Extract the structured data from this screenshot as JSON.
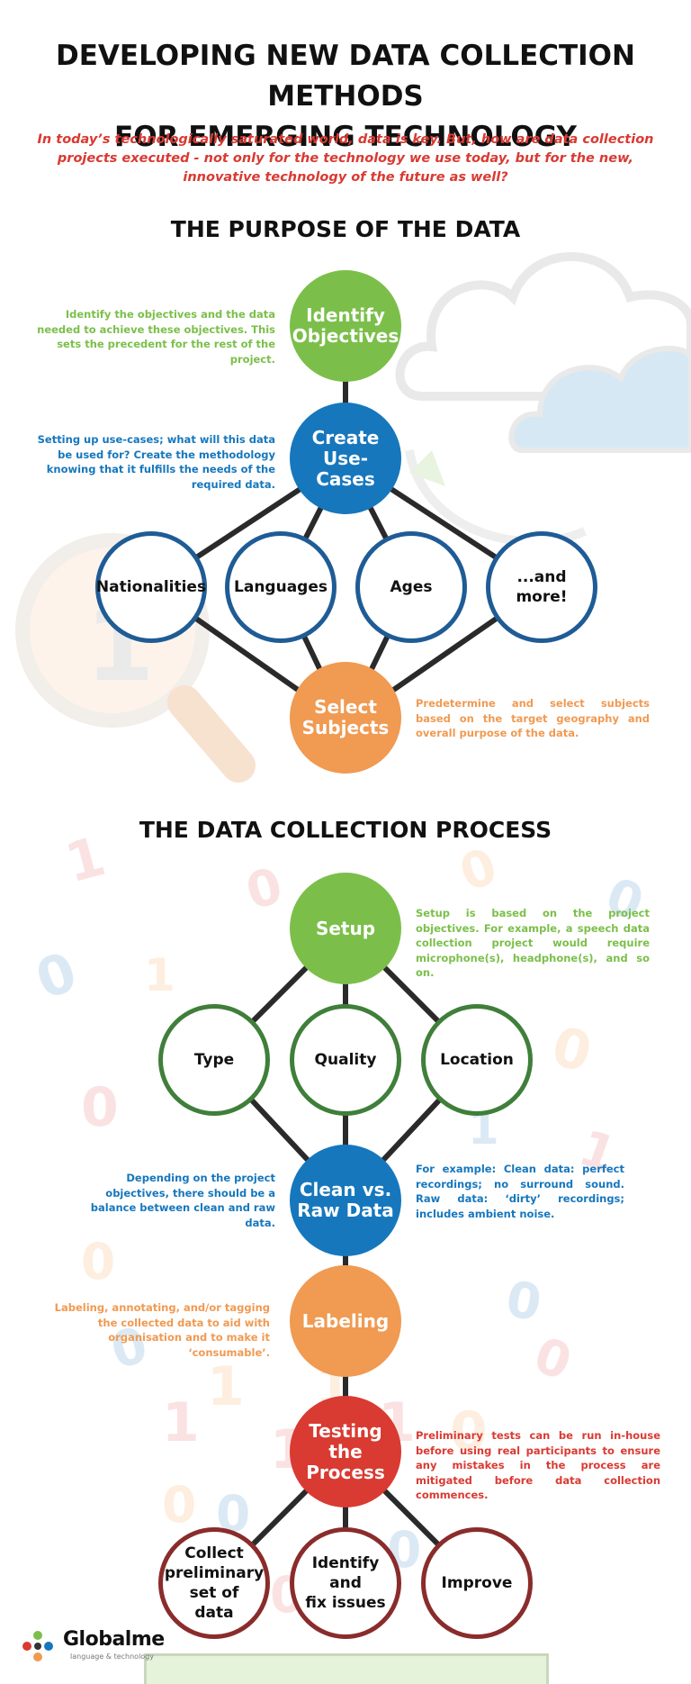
{
  "header": {
    "title": "DEVELOPING NEW DATA COLLECTION METHODS\nFOR EMERGING TECHNOLOGY",
    "intro": "In today’s technologically saturated world, data is key. But, how are data collection projects executed - not only for the technology we use today, but for the new, innovative technology of the future as well?"
  },
  "colors": {
    "green": "#7bbf4a",
    "blue": "#1677bd",
    "orange": "#f09a52",
    "red": "#d93a32",
    "outline_blue": "#1f5c96",
    "outline_green": "#3f7f3a",
    "outline_maroon": "#8a2c2c",
    "connector": "#2a2a2a"
  },
  "purpose": {
    "title": "THE PURPOSE OF THE DATA",
    "identify_objectives": {
      "label": "Identify\nObjectives",
      "note": "Identify the objectives and the data needed to achieve these objectives. This sets the precedent for the rest of the project."
    },
    "create_use_cases": {
      "label": "Create\nUse-Cases",
      "note": "Setting up use-cases; what will this data be used for? Create the methodology knowing that it fulfills the needs of the required data."
    },
    "criteria": [
      "Nationalities",
      "Languages",
      "Ages",
      "...and\nmore!"
    ],
    "select_subjects": {
      "label": "Select\nSubjects",
      "note": "Predetermine and select subjects based on the target geography and overall purpose of the data."
    }
  },
  "process": {
    "title": "THE DATA COLLECTION PROCESS",
    "setup": {
      "label": "Setup",
      "note": "Setup is based on the project objectives. For example, a speech data collection project would require microphone(s), headphone(s), and so on."
    },
    "setup_factors": [
      "Type",
      "Quality",
      "Location"
    ],
    "clean_raw": {
      "label": "Clean vs.\nRaw Data",
      "note_left": "Depending on the project objectives, there should be a balance between clean and raw data.",
      "note_right": "For example: Clean data: perfect recordings; no surround sound. Raw data: ‘dirty’ recordings; includes ambient noise."
    },
    "labeling": {
      "label": "Labeling",
      "note": "Labeling, annotating, and/or tagging the collected data to aid with organisation and to make it ‘consumable’."
    },
    "testing": {
      "label": "Testing\nthe\nProcess",
      "note": "Preliminary tests can be run in-house before using real participants to ensure any mistakes in the process are mitigated before data collection commences."
    },
    "testing_steps": [
      "Collect\npreliminary\nset of\ndata",
      "Identify and\nfix issues",
      "Improve"
    ]
  },
  "logo": {
    "name": "Globalme",
    "tagline": "language & technology"
  }
}
